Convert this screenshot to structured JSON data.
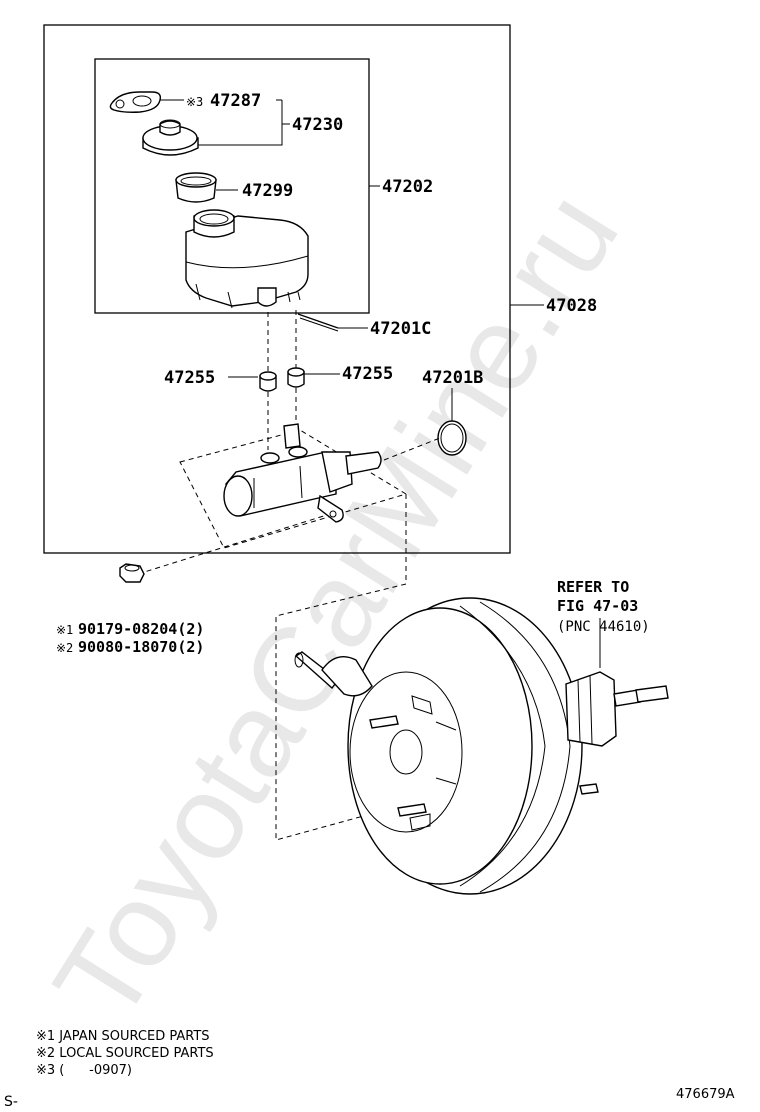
{
  "watermark": "ToyotaCarMine.ru",
  "labels": {
    "p47287_prefix": "※3",
    "p47287": "47287",
    "p47230": "47230",
    "p47299": "47299",
    "p47202": "47202",
    "p47028": "47028",
    "p47201C": "47201C",
    "p47255_left": "47255",
    "p47255_right": "47255",
    "p47201B": "47201B",
    "bolt_1_prefix": "※1",
    "bolt_1": "90179-08204(2)",
    "bolt_2_prefix": "※2",
    "bolt_2": "90080-18070(2)",
    "refer_line1": "REFER TO",
    "refer_line2": "FIG 47-03",
    "refer_line3": "(PNC 44610)"
  },
  "notes": {
    "n1": "※1 JAPAN SOURCED PARTS",
    "n2": "※2 LOCAL SOURCED PARTS",
    "n3": "※3 (      -0907)"
  },
  "footer": {
    "left": "S-",
    "right": "476679A"
  }
}
